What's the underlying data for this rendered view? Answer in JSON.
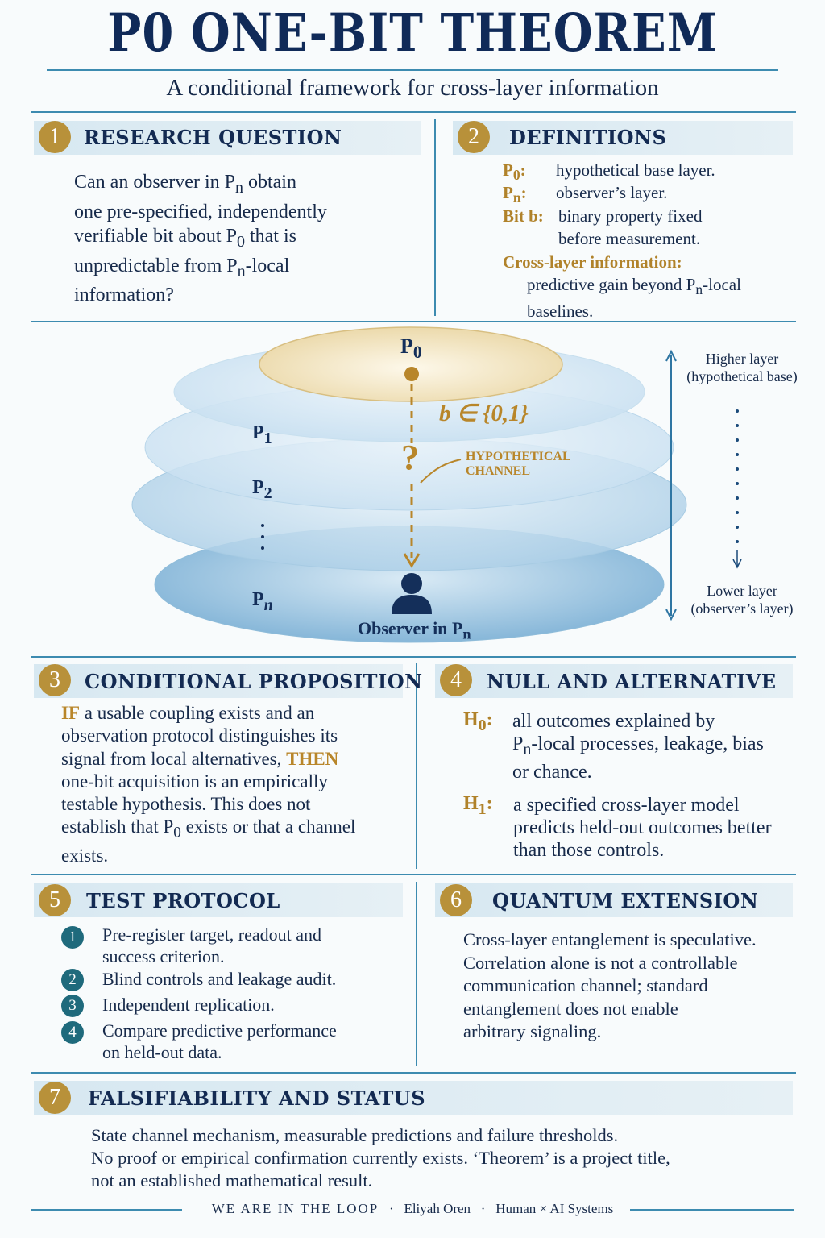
{
  "title": "P0 ONE-BIT THEOREM",
  "subtitle": "A conditional framework for cross-layer information",
  "sections": {
    "s1": {
      "num": "1",
      "heading": "RESEARCH QUESTION",
      "lines": [
        "Can an observer in P",
        "n",
        " obtain",
        "one pre-specified, independently",
        "verifiable bit about P",
        "0",
        " that is",
        "unpredictable from P",
        "n",
        "-local",
        "information?"
      ]
    },
    "s2": {
      "num": "2",
      "heading": "DEFINITIONS",
      "p0_key": "P",
      "p0_sub": "0",
      "p0_val": "hypothetical base layer.",
      "pn_key": "P",
      "pn_sub": "n",
      "pn_val": "observer’s layer.",
      "bit_key": "Bit b:",
      "bit_val_1": "binary property fixed",
      "bit_val_2": "before measurement.",
      "cross_key": "Cross-layer information:",
      "cross_val_1": "predictive gain beyond P",
      "cross_val_sub": "n",
      "cross_val_1b": "-local",
      "cross_val_2": "baselines."
    },
    "s3": {
      "num": "3",
      "heading": "CONDITIONAL PROPOSITION",
      "if_word": "IF",
      "then_word": "THEN",
      "l1": " a usable coupling exists and an",
      "l2": "observation protocol distinguishes its",
      "l3": "signal from local alternatives, ",
      "l4": "one-bit acquisition is an empirically",
      "l5": "testable hypothesis. This does not",
      "l6a": "establish that P",
      "l6sub": "0",
      "l6b": " exists or that a channel",
      "l7": "exists."
    },
    "s4": {
      "num": "4",
      "heading": "NULL AND ALTERNATIVE",
      "h0_key": "H",
      "h0_sub": "0",
      "h0_l1": "all outcomes explained by",
      "h0_l2a": "P",
      "h0_l2sub": "n",
      "h0_l2b": "-local processes, leakage, bias",
      "h0_l3": "or chance.",
      "h1_key": "H",
      "h1_sub": "1",
      "h1_l1": "a specified cross-layer model",
      "h1_l2": "predicts held-out outcomes better",
      "h1_l3": "than those controls."
    },
    "s5": {
      "num": "5",
      "heading": "TEST PROTOCOL",
      "steps": [
        {
          "n": "1",
          "l1": "Pre-register target, readout and",
          "l2": "success criterion."
        },
        {
          "n": "2",
          "l1": "Blind controls and leakage audit.",
          "l2": ""
        },
        {
          "n": "3",
          "l1": "Independent replication.",
          "l2": ""
        },
        {
          "n": "4",
          "l1": "Compare predictive performance",
          "l2": "on held-out data."
        }
      ]
    },
    "s6": {
      "num": "6",
      "heading": "QUANTUM EXTENSION",
      "lines": [
        "Cross-layer entanglement is speculative.",
        "Correlation alone is not a controllable",
        "communication channel; standard",
        "entanglement does not enable",
        "arbitrary signaling."
      ]
    },
    "s7": {
      "num": "7",
      "heading": "FALSIFIABILITY AND STATUS",
      "lines": [
        "State channel mechanism, measurable predictions and failure thresholds.",
        "No proof or empirical confirmation currently exists. ‘Theorem’ is a project title,",
        "not an established mathematical result."
      ]
    }
  },
  "diagram": {
    "p0_label": "P",
    "p0_sub": "0",
    "p1_label": "P",
    "p1_sub": "1",
    "p2_label": "P",
    "p2_sub": "2",
    "pn_label": "P",
    "pn_sub": "n",
    "bit_label": "b ∈ {0,1}",
    "question": "?",
    "channel_l1": "HYPOTHETICAL",
    "channel_l2": "CHANNEL",
    "observer_label": "Observer in P",
    "observer_sub": "n",
    "higher_l1": "Higher layer",
    "higher_l2": "(hypothetical base)",
    "lower_l1": "Lower layer",
    "lower_l2": "(observer’s layer)",
    "colors": {
      "gold": "#b8862a",
      "navy": "#142f5a"
    }
  },
  "footer": {
    "brand": "WE ARE IN THE LOOP",
    "sep": "·",
    "author": "Eliyah Oren",
    "tag": "Human × AI Systems"
  }
}
